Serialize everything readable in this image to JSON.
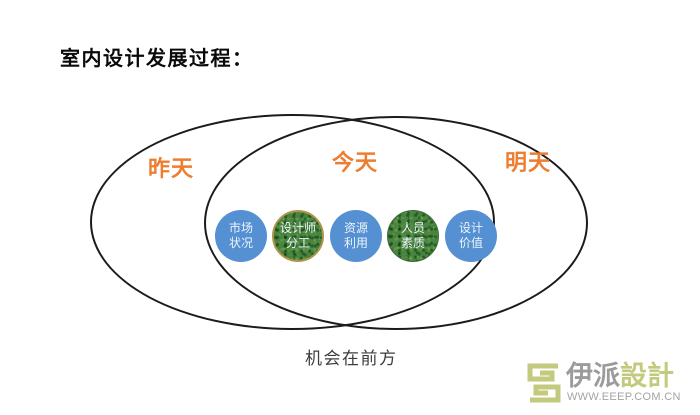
{
  "title": "室内设计发展过程：",
  "diagram": {
    "zones": {
      "left": "昨天",
      "center": "今天",
      "right": "明天"
    },
    "nodes": [
      {
        "line1": "市场",
        "line2": "状况",
        "color": "blue"
      },
      {
        "line1": "设计师",
        "line2": "分工",
        "color": "green"
      },
      {
        "line1": "资源",
        "line2": "利用",
        "color": "blue"
      },
      {
        "line1": "人员",
        "line2": "素质",
        "color": "green"
      },
      {
        "line1": "设计",
        "line2": "价值",
        "color": "blue"
      }
    ],
    "caption": "机会在前方"
  },
  "watermark": {
    "brand_gray": "伊派",
    "brand_green": "設計",
    "url": "WWW.EEEP.COM.CN"
  },
  "colors": {
    "accent_orange": "#ed7d31",
    "node_blue": "#5591d2",
    "node_green": "#48833f",
    "watermark_green": "#c3ca7d",
    "watermark_gray": "#9b9b9b"
  }
}
